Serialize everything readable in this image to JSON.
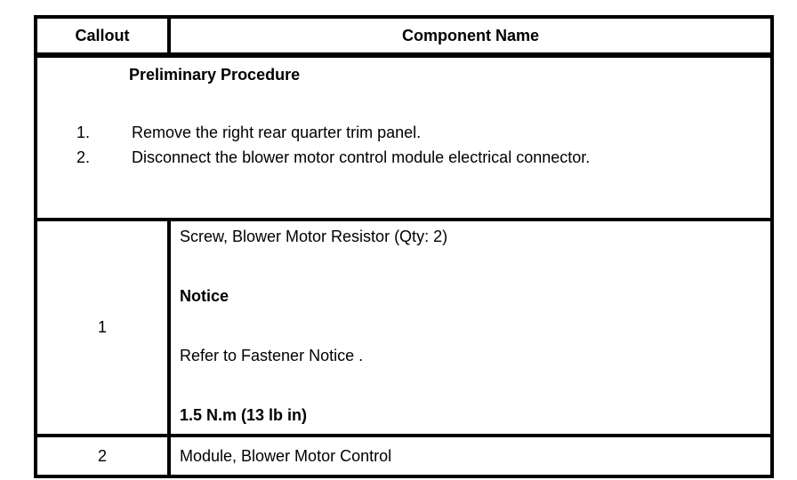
{
  "table": {
    "header": {
      "callout": "Callout",
      "component": "Component Name"
    },
    "preliminary": {
      "title": "Preliminary Procedure",
      "steps": [
        {
          "marker": "1.",
          "text": "Remove the right rear quarter trim panel."
        },
        {
          "marker": "2.",
          "text": "Disconnect the blower motor control module electrical connector."
        }
      ]
    },
    "rows": [
      {
        "callout": "1",
        "lines": [
          {
            "text": "Screw, Blower Motor Resistor (Qty: 2)",
            "bold": false
          },
          {
            "text": "Notice",
            "bold": true
          },
          {
            "text": "Refer to Fastener Notice .",
            "bold": false
          },
          {
            "text": "1.5 N.m (13 lb in)",
            "bold": true
          }
        ]
      },
      {
        "callout": "2",
        "lines": [
          {
            "text": "Module, Blower Motor Control",
            "bold": false
          }
        ]
      }
    ],
    "colors": {
      "border": "#000000",
      "text": "#000000",
      "background": "#ffffff"
    }
  }
}
